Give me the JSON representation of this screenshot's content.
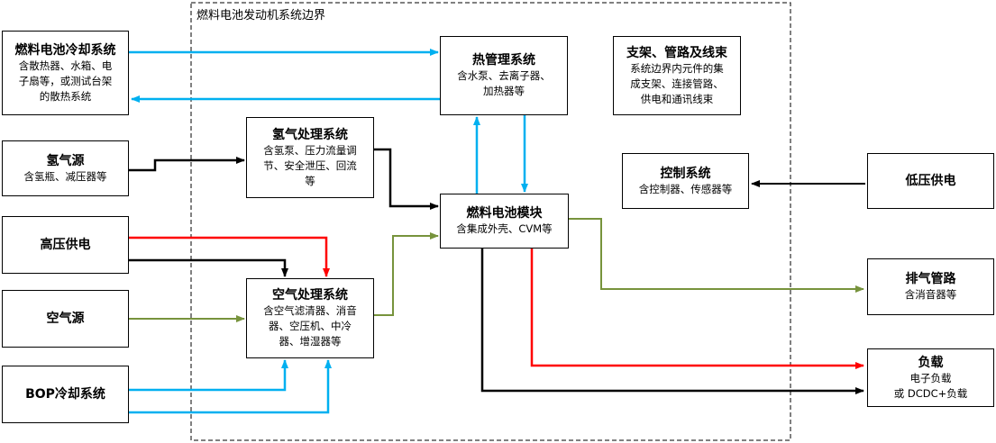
{
  "boundary": {
    "label": "燃料电池发动机系统边界"
  },
  "boxes": {
    "cooling": {
      "title": "燃料电池冷却系统",
      "sub": "含散热器、水箱、电\n子扇等，或测试台架\n的散热系统"
    },
    "hydrogen_src": {
      "title": "氢气源",
      "sub": "含氢瓶、减压器等"
    },
    "hv": {
      "title": "高压供电",
      "sub": ""
    },
    "air_src": {
      "title": "空气源",
      "sub": ""
    },
    "bop": {
      "title": "BOP冷却系统",
      "sub": ""
    },
    "thermal": {
      "title": "热管理系统",
      "sub": "含水泵、去离子器、\n加热器等"
    },
    "h2proc": {
      "title": "氢气处理系统",
      "sub": "含氢泵、压力流量调\n节、安全泄压、回流\n等"
    },
    "stack": {
      "title": "燃料电池模块",
      "sub": "含集成外壳、CVM等"
    },
    "airproc": {
      "title": "空气处理系统",
      "sub": "含空气滤清器、消音\n器、空压机、中冷\n器、增湿器等"
    },
    "bracket": {
      "title": "支架、管路及线束",
      "sub": "系统边界内元件的集\n成支架、连接管路、\n供电和通讯线束"
    },
    "control": {
      "title": "控制系统",
      "sub": "含控制器、传感器等"
    },
    "lv": {
      "title": "低压供电",
      "sub": ""
    },
    "exhaust": {
      "title": "排气管路",
      "sub": "含消音器等"
    },
    "load": {
      "title": "负载",
      "sub": "电子负载\n或 DCDC+负载"
    }
  },
  "colors": {
    "coolant": "#00b0f0",
    "hydrogen": "#000000",
    "high_voltage": "#ff0000",
    "air": "#77933c",
    "box_border": "#000000"
  }
}
